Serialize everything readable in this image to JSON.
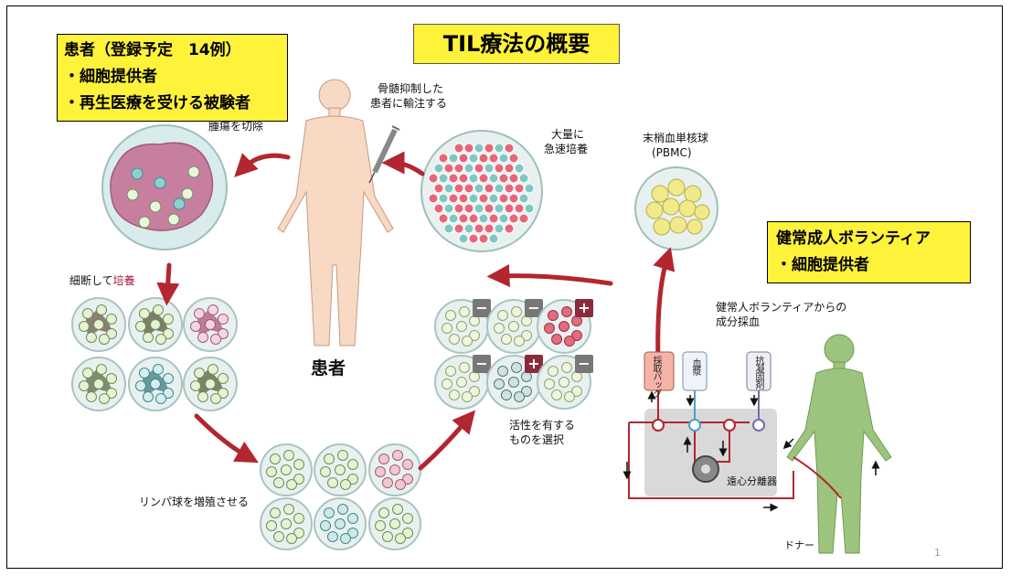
{
  "title": "TIL療法の概要",
  "patient_box": {
    "heading": "患者（登録予定　14例）",
    "items": [
      "・細胞提供者",
      "・再生医療を受ける被験者"
    ]
  },
  "donor_box": {
    "heading": "健常成人ボランティア",
    "items": [
      "・細胞提供者"
    ]
  },
  "labels": {
    "tumor_excision": "腫瘍を切除",
    "marrow_line1": "骨髄抑制した",
    "marrow_line2": "患者に輸注する",
    "mass_line1": "大量に",
    "mass_line2": "急速培養",
    "pbmc_line1": "末梢血単核球",
    "pbmc_line2": "(PBMC)",
    "mince_prefix": "細断して",
    "mince_culture": "培養",
    "patient": "患者",
    "lymph": "リンパ球を増殖させる",
    "select_line1": "活性を有する",
    "select_line2": "ものを選択",
    "donor_collect_line1": "健常人ボランティアからの",
    "donor_collect_line2": "成分採血",
    "bag_collect": "採取バッグ",
    "bag_plasma": "血漿",
    "bag_anticoag": "抗凝固剤",
    "centrifuge": "遠心分離器",
    "donor": "ドナー"
  },
  "select_signs": [
    "−",
    "−",
    "+",
    "−",
    "+",
    "−"
  ],
  "page_number": "1",
  "colors": {
    "highlight_yellow": "#fff23a",
    "arrow_red": "#b3262f",
    "skin": "#f7d9c4",
    "donor_green": "#9cc47e",
    "tumor_purple": "#c77fa0",
    "cell_pink": "#e86677",
    "cell_teal": "#7fc7c4",
    "pbmc_yellow": "#f0ea8a"
  }
}
